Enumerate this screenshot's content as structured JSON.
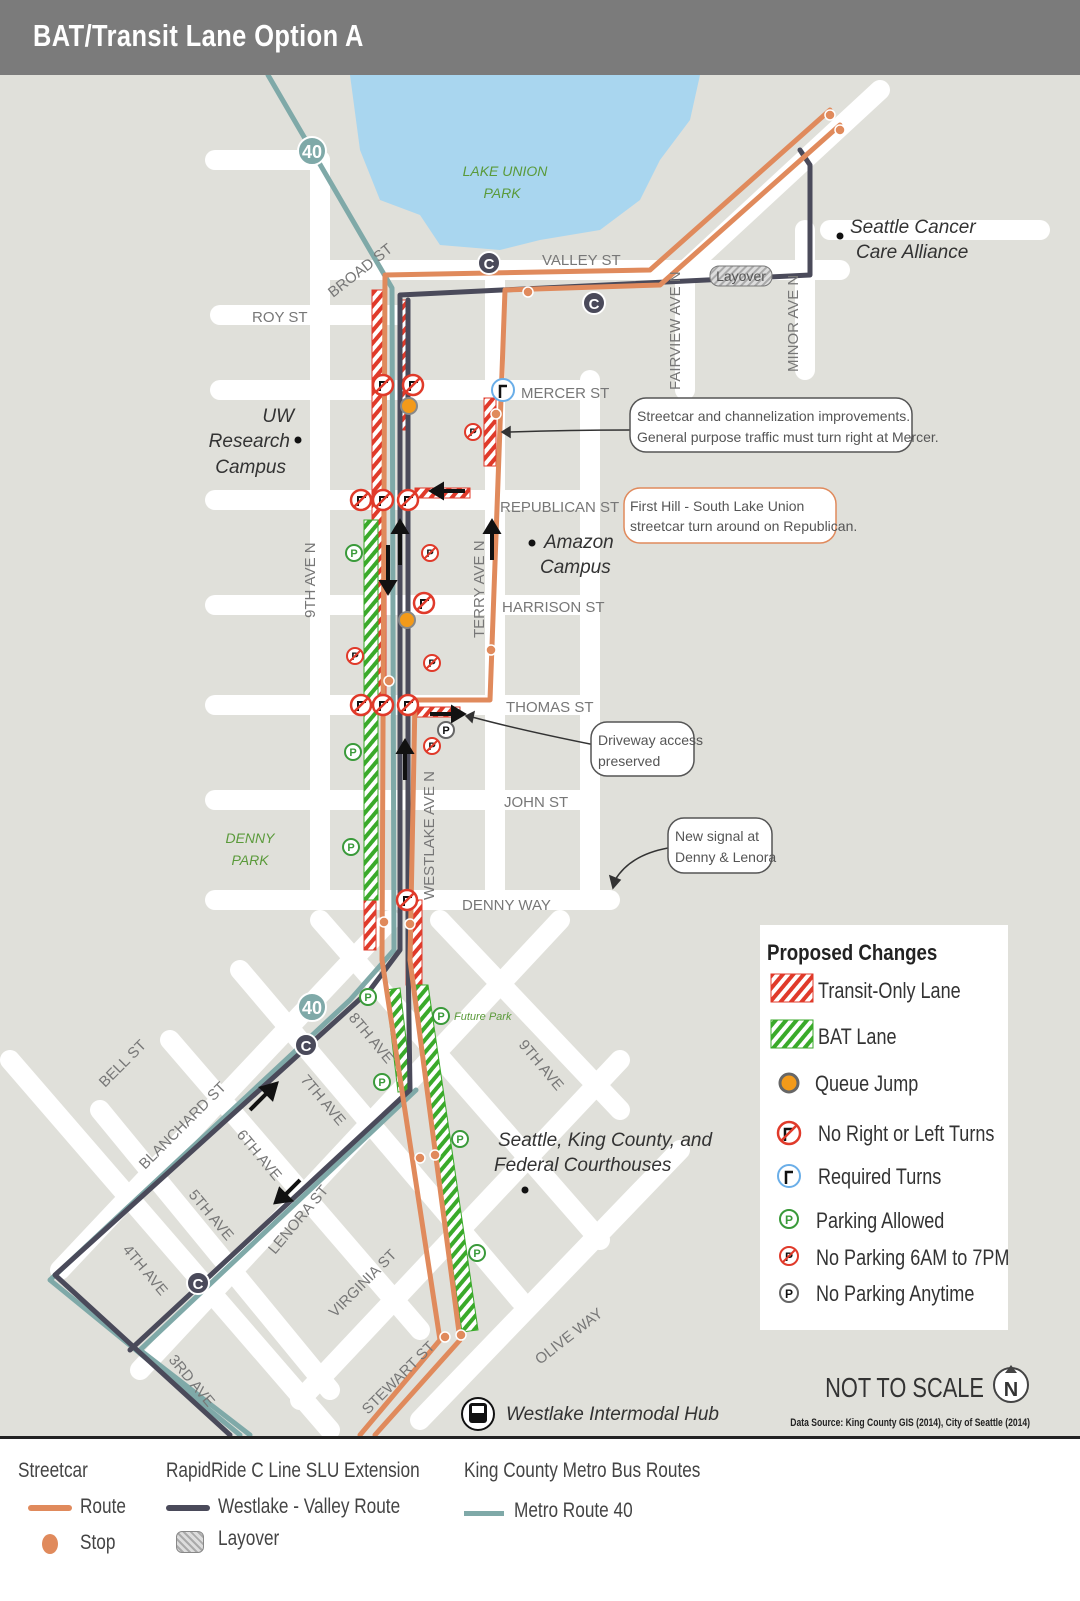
{
  "title": "BAT/Transit Lane Option A",
  "streets": {
    "valley": "VALLEY ST",
    "roy": "ROY ST",
    "broad": "BROAD ST",
    "mercer": "MERCER ST",
    "republican": "REPUBLICAN ST",
    "harrison": "HARRISON ST",
    "thomas": "THOMAS ST",
    "john": "JOHN ST",
    "denny": "DENNY WAY",
    "ninth_n": "9TH AVE N",
    "terry": "TERRY AVE N",
    "westlake": "WESTLAKE AVE N",
    "fairview": "FAIRVIEW AVE N",
    "minor": "MINOR AVE N",
    "bell": "BELL ST",
    "blanchard": "BLANCHARD ST",
    "eighth": "8TH AVE",
    "seventh": "7TH AVE",
    "sixth": "6TH AVE",
    "fifth": "5TH AVE",
    "fourth": "4TH AVE",
    "third": "3RD AVE",
    "ninth": "9TH AVE",
    "lenora": "LENORA ST",
    "virginia": "VIRGINIA ST",
    "stewart": "STEWART ST",
    "olive": "OLIVE WAY"
  },
  "places": {
    "lake_union_park": [
      "LAKE UNION",
      "PARK"
    ],
    "denny_park": [
      "DENNY",
      "PARK"
    ],
    "future_park": "Future Park",
    "scca": [
      "Seattle Cancer",
      "Care Alliance"
    ],
    "uw": [
      "UW",
      "Research",
      "Campus"
    ],
    "amazon": [
      "Amazon",
      "Campus"
    ],
    "courthouses": [
      "Seattle, King County, and",
      "Federal Courthouses"
    ],
    "hub": "Westlake Intermodal Hub",
    "layover": "Layover"
  },
  "route_shields": {
    "route40": "40",
    "c_line": "C"
  },
  "callouts": {
    "mercer": [
      "Streetcar and channelization improvements.",
      "General purpose traffic must turn right at Mercer."
    ],
    "republican": [
      "First Hill - South Lake Union",
      "streetcar turn around on Republican."
    ],
    "driveway": [
      "Driveway access",
      "preserved"
    ],
    "signal": [
      "New signal at",
      "Denny & Lenora"
    ]
  },
  "legend": {
    "title": "Proposed Changes",
    "items": [
      "Transit-Only Lane",
      "BAT Lane",
      "Queue Jump",
      "No Right or Left Turns",
      "Required Turns",
      "Parking Allowed",
      "No Parking 6AM to 7PM",
      "No Parking Anytime"
    ]
  },
  "scale_note": "NOT TO SCALE",
  "north_label": "N",
  "data_source": "Data Source: King County GIS (2014), City of Seattle (2014)",
  "bottom_legend": {
    "streetcar": {
      "title": "Streetcar",
      "route": "Route",
      "stop": "Stop"
    },
    "rapidride": {
      "title": "RapidRide C Line SLU Extension",
      "route": "Westlake - Valley Route",
      "layover": "Layover"
    },
    "metro": {
      "title": "King County Metro Bus Routes",
      "route": "Metro Route 40"
    }
  },
  "colors": {
    "streetcar": "#e08a5c",
    "rapidride": "#4a4a5a",
    "metro": "#7fa9a8",
    "transit_lane": "#e03a2a",
    "bat_lane": "#3aaa2a",
    "water": "#a9d6ef",
    "land": "#e0e0da"
  }
}
